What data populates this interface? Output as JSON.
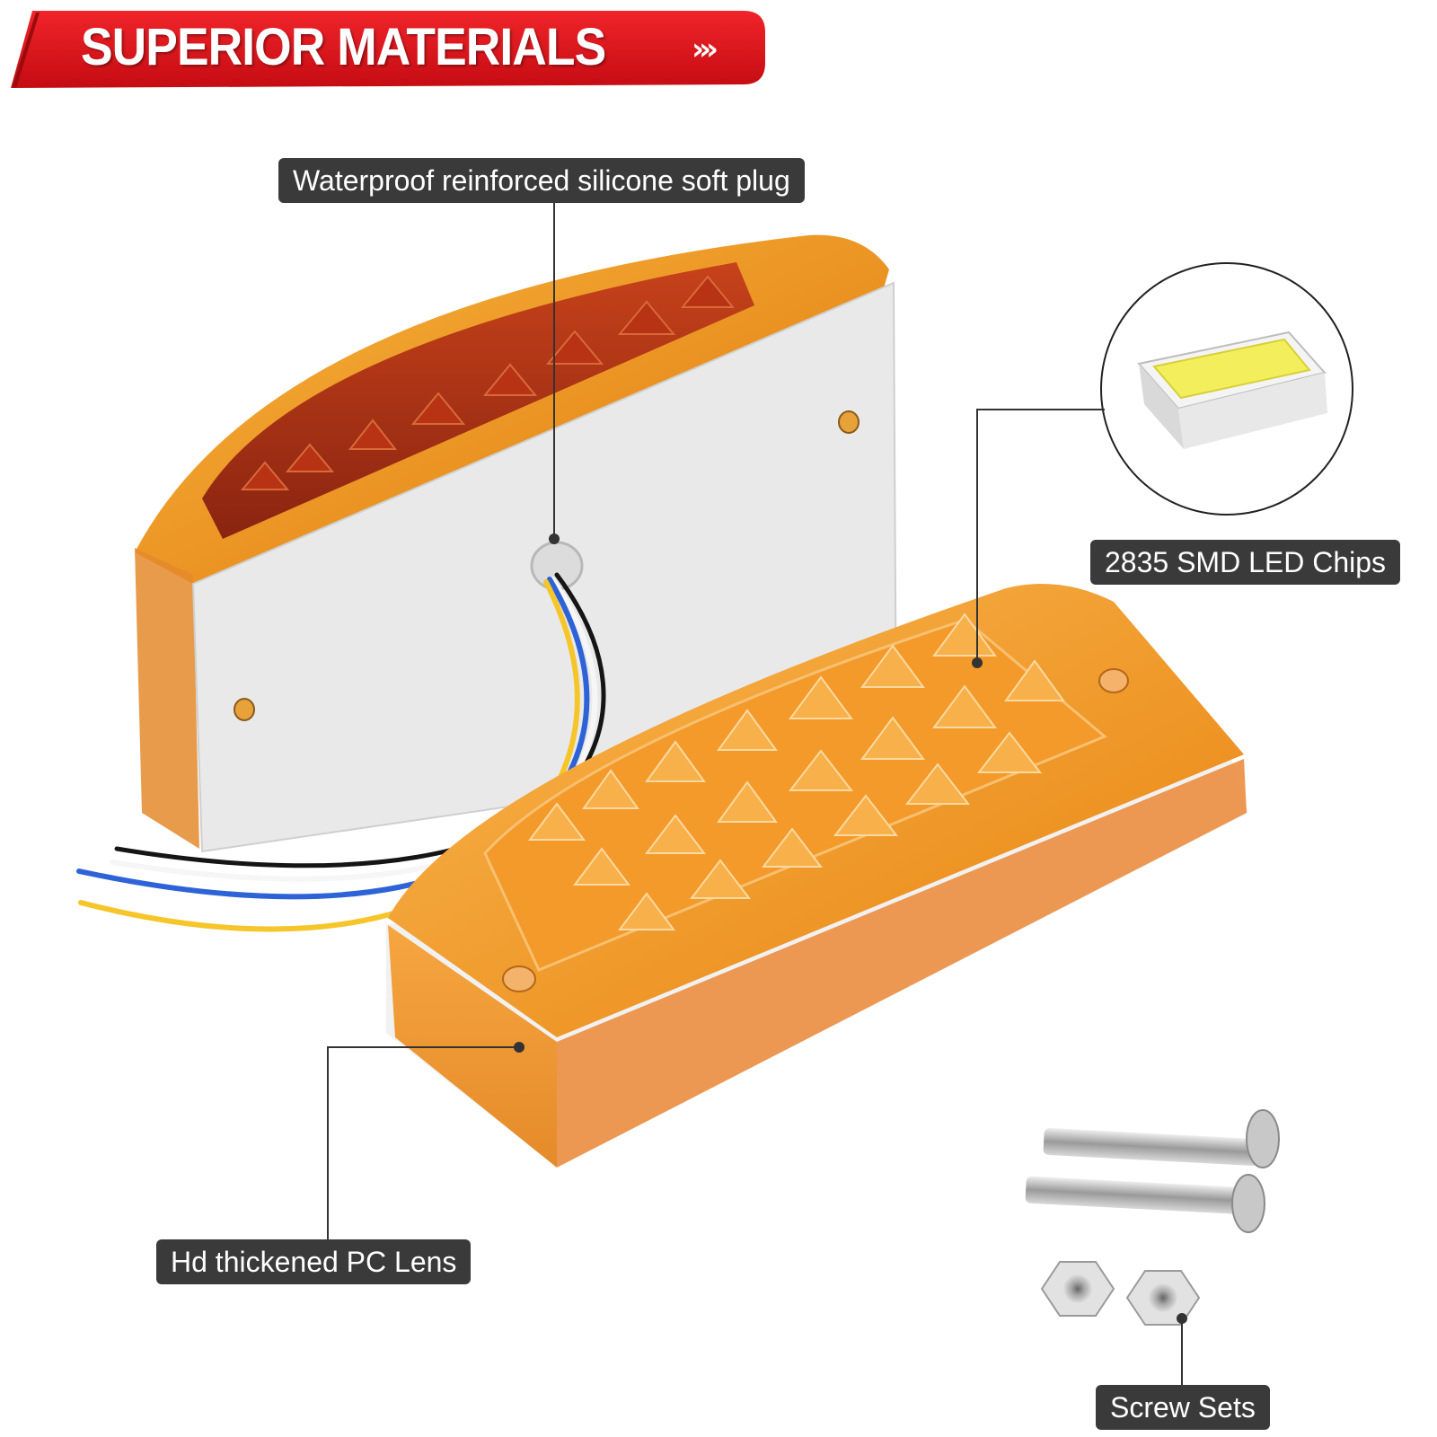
{
  "banner": {
    "title": "SUPERIOR MATERIALS",
    "arrows": "›››"
  },
  "callouts": {
    "plug": "Waterproof reinforced silicone soft plug",
    "led": "2835 SMD LED Chips",
    "lens": "Hd thickened PC Lens",
    "screws": "Screw Sets"
  },
  "colors": {
    "banner_red": "#e0141c",
    "amber": "#f0920c",
    "callout_bg": "#3a3a3a",
    "led_yellow": "#f3ef5c"
  },
  "wires": [
    "black",
    "white",
    "blue",
    "yellow"
  ]
}
